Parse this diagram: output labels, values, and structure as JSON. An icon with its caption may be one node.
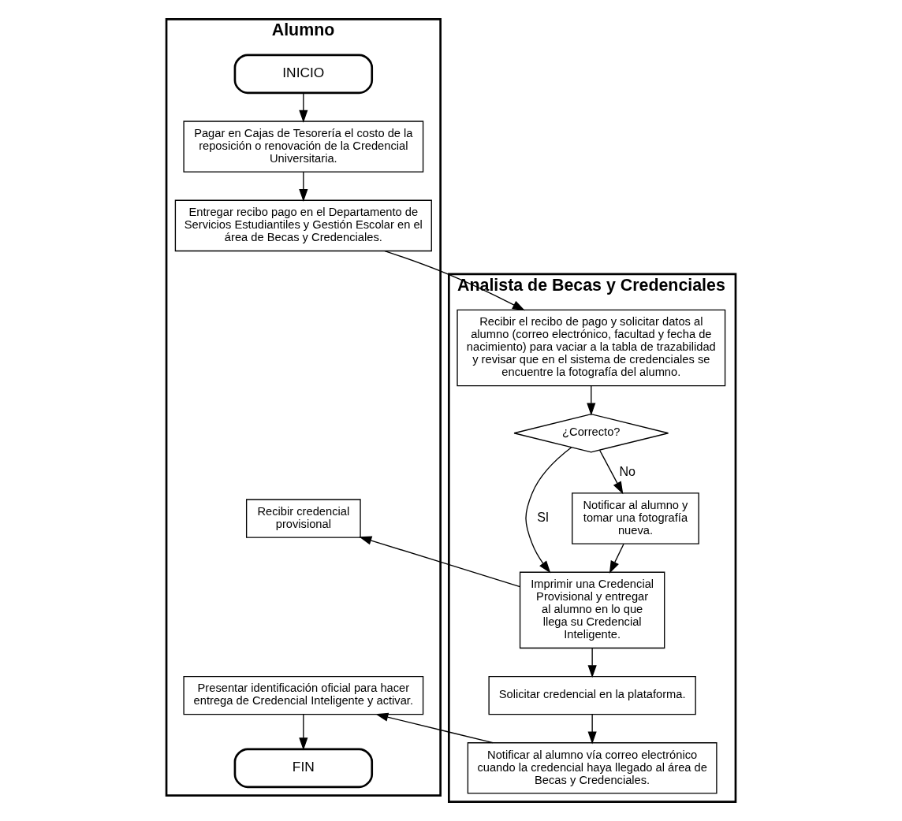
{
  "diagram": {
    "nodes": [
      {
        "text": [
          "Alumno"
        ]
      },
      {
        "text": [
          "Analista de Becas y Credenciales"
        ]
      },
      {
        "text": [
          "INICIO"
        ],
        "in": 0
      },
      {
        "text": [
          "Pagar en Cajas de Tesorería el costo de la reposición o renovación de la Credencial Universitaria."
        ],
        "in": 0
      },
      {
        "text": [
          "Entregar recibo pago en el Departamento de Servicios Estudiantiles y Gestión Escolar en el área de Becas y Credenciales."
        ],
        "in": 0
      },
      {
        "text": [
          "Recibir el recibo de pago y solicitar datos al alumno (correo electrónico, facultad y fecha de nacimiento) para vaciar a la tabla de trazabilidad y revisar que en el sistema de credenciales se encuentre la fotografía del alumno."
        ],
        "in": 1
      },
      {
        "text": [
          "¿Correcto?"
        ],
        "in": 1
      },
      {
        "text": [
          "Imprimir una Credencial Provisional y entregar al alumno en lo que llega su Credencial Inteligente."
        ],
        "in": 1
      },
      {
        "text": [
          "Notificar al alumno y tomar una fotografía nueva."
        ],
        "in": 1
      },
      {
        "text": [
          "Recibir credencial provisional"
        ],
        "in": 0
      },
      {
        "text": [
          "Solicitar credencial en la plataforma."
        ],
        "in": 1
      },
      {
        "text": [
          "Notificar al alumno vía correo electrónico cuando la credencial haya llegado al área de Becas y Credenciales."
        ],
        "in": 1
      },
      {
        "text": [
          "Presentar identificación oficial para hacer entrega de Credencial Inteligente y activar."
        ],
        "in": 0
      },
      {
        "text": [
          "FIN"
        ],
        "in": 0
      }
    ],
    "edges": [
      {
        "from": 2,
        "to": 3,
        "arrow": "to"
      },
      {
        "from": 3,
        "to": 4,
        "arrow": "to"
      },
      {
        "from": 4,
        "to": 5,
        "arrow": "to"
      },
      {
        "from": 5,
        "to": 6,
        "arrow": "to"
      },
      {
        "from": 6,
        "to": 7,
        "arrow": "to",
        "label": "SI"
      },
      {
        "from": 6,
        "to": 8,
        "arrow": "to",
        "label": "No"
      },
      {
        "from": 8,
        "to": 7,
        "arrow": "to"
      },
      {
        "from": 7,
        "to": 9,
        "arrow": "to"
      },
      {
        "from": 7,
        "to": 10,
        "arrow": "to"
      },
      {
        "from": 10,
        "to": 11,
        "arrow": "to"
      },
      {
        "from": 11,
        "to": 12,
        "arrow": "to"
      },
      {
        "from": 12,
        "to": 13,
        "arrow": "to"
      }
    ]
  }
}
